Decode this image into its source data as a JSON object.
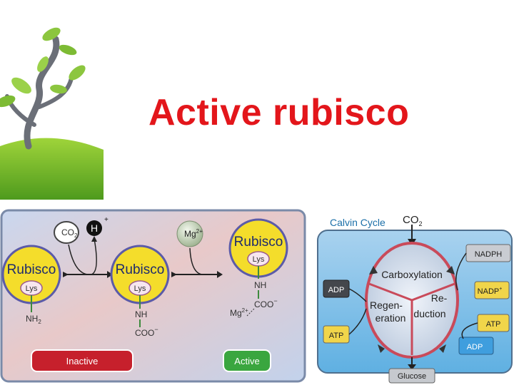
{
  "slide": {
    "title": "Active rubisco"
  },
  "left_diagram": {
    "enzyme_label": "Rubisco",
    "lys_label": "Lys",
    "co2_label": "CO",
    "co2_sub": "2",
    "h_label": "H",
    "h_sup": "+",
    "mg_label": "Mg",
    "mg_sup": "2+",
    "nh2_label": "NH",
    "nh2_sub": "2",
    "nh_label": "NH",
    "coo_label": "COO",
    "coo_sup": "−",
    "inactive_label": "Inactive",
    "active_label": "Active",
    "colors": {
      "inactive": "#c6202c",
      "active": "#3aa63f",
      "enzyme_fill": "#f4dd2b",
      "enzyme_ring": "#5b5ba8"
    }
  },
  "right_diagram": {
    "calvin_title": "Calvin Cycle",
    "co2_label": "CO",
    "co2_sub": "2",
    "carboxylation": "Carboxylation",
    "regen_1": "Regen-",
    "regen_2": "eration",
    "reduction_1": "Re-",
    "reduction_2": "duction",
    "nadph": "NADPH",
    "nadp": "NADP",
    "nadp_sup": "+",
    "atp_right": "ATP",
    "adp_right": "ADP",
    "adp_left": "ADP",
    "atp_left": "ATP",
    "glucose": "Glucose",
    "colors": {
      "title": "#1b6fa8",
      "cycle_ring": "#c94a5a"
    }
  }
}
